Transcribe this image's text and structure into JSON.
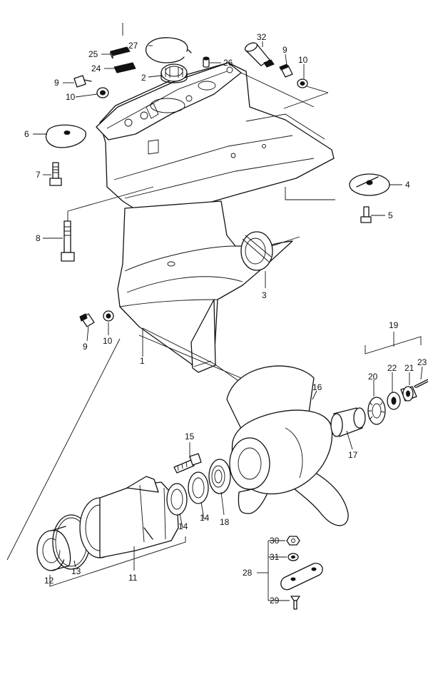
{
  "callouts": [
    {
      "id": "c1",
      "text": "1"
    },
    {
      "id": "c2",
      "text": "2"
    },
    {
      "id": "c3",
      "text": "3"
    },
    {
      "id": "c4",
      "text": "4"
    },
    {
      "id": "c5",
      "text": "5"
    },
    {
      "id": "c6",
      "text": "6"
    },
    {
      "id": "c7",
      "text": "7"
    },
    {
      "id": "c8",
      "text": "8"
    },
    {
      "id": "c9a",
      "text": "9"
    },
    {
      "id": "c9b",
      "text": "9"
    },
    {
      "id": "c9c",
      "text": "9"
    },
    {
      "id": "c10a",
      "text": "10"
    },
    {
      "id": "c10b",
      "text": "10"
    },
    {
      "id": "c10c",
      "text": "10"
    },
    {
      "id": "c11",
      "text": "11"
    },
    {
      "id": "c12",
      "text": "12"
    },
    {
      "id": "c13",
      "text": "13"
    },
    {
      "id": "c14a",
      "text": "14"
    },
    {
      "id": "c14b",
      "text": "14"
    },
    {
      "id": "c15",
      "text": "15"
    },
    {
      "id": "c16",
      "text": "16"
    },
    {
      "id": "c17",
      "text": "17"
    },
    {
      "id": "c18",
      "text": "18"
    },
    {
      "id": "c19",
      "text": "19"
    },
    {
      "id": "c20",
      "text": "20"
    },
    {
      "id": "c21",
      "text": "21"
    },
    {
      "id": "c22",
      "text": "22"
    },
    {
      "id": "c23",
      "text": "23"
    },
    {
      "id": "c24",
      "text": "24"
    },
    {
      "id": "c25",
      "text": "25"
    },
    {
      "id": "c26",
      "text": "26"
    },
    {
      "id": "c27",
      "text": "27"
    },
    {
      "id": "c28",
      "text": "28"
    },
    {
      "id": "c29",
      "text": "29"
    },
    {
      "id": "c30",
      "text": "30"
    },
    {
      "id": "c31",
      "text": "31"
    },
    {
      "id": "c32",
      "text": "32"
    }
  ]
}
